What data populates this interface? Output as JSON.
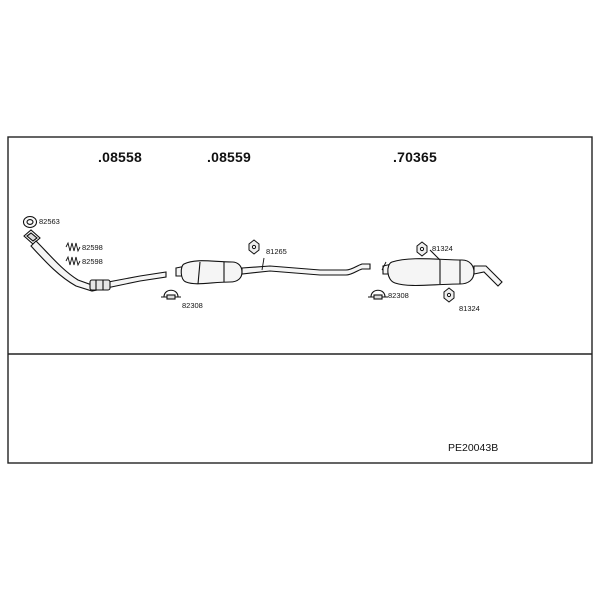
{
  "diagram": {
    "group_numbers": {
      "g1": ".08558",
      "g2": ".08559",
      "g3": ".70365"
    },
    "part_labels": {
      "gasket_front": "82563",
      "spring_top": "82598",
      "spring_bottom": "82598",
      "clamp_middle": "82308",
      "hanger_middle": "81265",
      "clamp_rear": "82308",
      "hanger_rear_top": "81324",
      "hanger_rear_bottom": "81324"
    },
    "kit_code": "PE20043B"
  },
  "icons": {
    "gasket": "ring-gasket-icon",
    "spring": "spring-icon",
    "clamp": "u-clamp-icon",
    "hanger": "rubber-hanger-icon"
  },
  "colors": {
    "line": "#111111",
    "part_fill": "#f2f2f2",
    "background": "#ffffff"
  }
}
